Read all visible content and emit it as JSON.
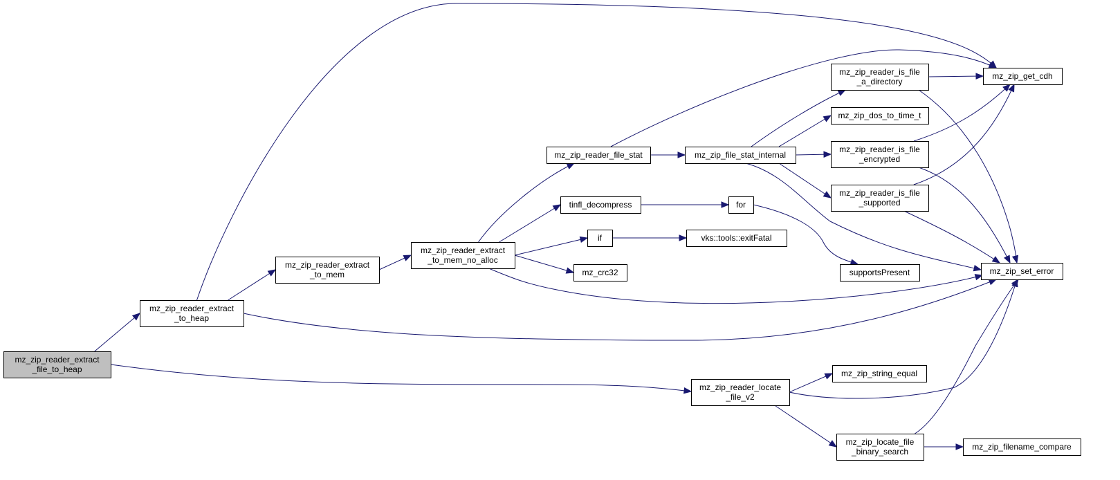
{
  "colors": {
    "edge": "#191970",
    "node_fill": "#ffffff",
    "root_fill": "#bfbfbf",
    "border": "#000000"
  },
  "nodes": [
    {
      "id": "extract_file_to_heap",
      "lines": [
        "mz_zip_reader_extract",
        "_file_to_heap"
      ],
      "root": true
    },
    {
      "id": "extract_to_heap",
      "lines": [
        "mz_zip_reader_extract",
        "_to_heap"
      ]
    },
    {
      "id": "extract_to_mem",
      "lines": [
        "mz_zip_reader_extract",
        "_to_mem"
      ]
    },
    {
      "id": "extract_to_mem_no_alloc",
      "lines": [
        "mz_zip_reader_extract",
        "_to_mem_no_alloc"
      ]
    },
    {
      "id": "reader_file_stat",
      "lines": [
        "mz_zip_reader_file_stat"
      ]
    },
    {
      "id": "file_stat_internal",
      "lines": [
        "mz_zip_file_stat_internal"
      ]
    },
    {
      "id": "tinfl_decompress",
      "lines": [
        "tinfl_decompress"
      ]
    },
    {
      "id": "for",
      "lines": [
        "for"
      ]
    },
    {
      "id": "if",
      "lines": [
        "if"
      ]
    },
    {
      "id": "exitFatal",
      "lines": [
        "vks::tools::exitFatal"
      ]
    },
    {
      "id": "crc32",
      "lines": [
        "mz_crc32"
      ]
    },
    {
      "id": "supportsPresent",
      "lines": [
        "supportsPresent"
      ]
    },
    {
      "id": "is_file_a_directory",
      "lines": [
        "mz_zip_reader_is_file",
        "_a_directory"
      ]
    },
    {
      "id": "dos_to_time_t",
      "lines": [
        "mz_zip_dos_to_time_t"
      ]
    },
    {
      "id": "is_file_encrypted",
      "lines": [
        "mz_zip_reader_is_file",
        "_encrypted"
      ]
    },
    {
      "id": "is_file_supported",
      "lines": [
        "mz_zip_reader_is_file",
        "_supported"
      ]
    },
    {
      "id": "get_cdh",
      "lines": [
        "mz_zip_get_cdh"
      ]
    },
    {
      "id": "set_error",
      "lines": [
        "mz_zip_set_error"
      ]
    },
    {
      "id": "locate_file_v2",
      "lines": [
        "mz_zip_reader_locate",
        "_file_v2"
      ]
    },
    {
      "id": "string_equal",
      "lines": [
        "mz_zip_string_equal"
      ]
    },
    {
      "id": "locate_file_binary_search",
      "lines": [
        "mz_zip_locate_file",
        "_binary_search"
      ]
    },
    {
      "id": "filename_compare",
      "lines": [
        "mz_zip_filename_compare"
      ]
    }
  ],
  "edges": [
    [
      "extract_file_to_heap",
      "extract_to_heap"
    ],
    [
      "extract_file_to_heap",
      "locate_file_v2"
    ],
    [
      "extract_to_heap",
      "extract_to_mem"
    ],
    [
      "extract_to_heap",
      "get_cdh"
    ],
    [
      "extract_to_heap",
      "set_error"
    ],
    [
      "extract_to_mem",
      "extract_to_mem_no_alloc"
    ],
    [
      "extract_to_mem_no_alloc",
      "reader_file_stat"
    ],
    [
      "extract_to_mem_no_alloc",
      "tinfl_decompress"
    ],
    [
      "extract_to_mem_no_alloc",
      "if"
    ],
    [
      "extract_to_mem_no_alloc",
      "crc32"
    ],
    [
      "extract_to_mem_no_alloc",
      "set_error"
    ],
    [
      "reader_file_stat",
      "file_stat_internal"
    ],
    [
      "reader_file_stat",
      "get_cdh"
    ],
    [
      "file_stat_internal",
      "is_file_a_directory"
    ],
    [
      "file_stat_internal",
      "dos_to_time_t"
    ],
    [
      "file_stat_internal",
      "is_file_encrypted"
    ],
    [
      "file_stat_internal",
      "is_file_supported"
    ],
    [
      "file_stat_internal",
      "set_error"
    ],
    [
      "tinfl_decompress",
      "for"
    ],
    [
      "for",
      "supportsPresent"
    ],
    [
      "if",
      "exitFatal"
    ],
    [
      "is_file_a_directory",
      "get_cdh"
    ],
    [
      "is_file_a_directory",
      "set_error"
    ],
    [
      "is_file_encrypted",
      "get_cdh"
    ],
    [
      "is_file_encrypted",
      "set_error"
    ],
    [
      "is_file_supported",
      "get_cdh"
    ],
    [
      "is_file_supported",
      "set_error"
    ],
    [
      "locate_file_v2",
      "string_equal"
    ],
    [
      "locate_file_v2",
      "set_error"
    ],
    [
      "locate_file_v2",
      "locate_file_binary_search"
    ],
    [
      "locate_file_binary_search",
      "set_error"
    ],
    [
      "locate_file_binary_search",
      "filename_compare"
    ]
  ]
}
